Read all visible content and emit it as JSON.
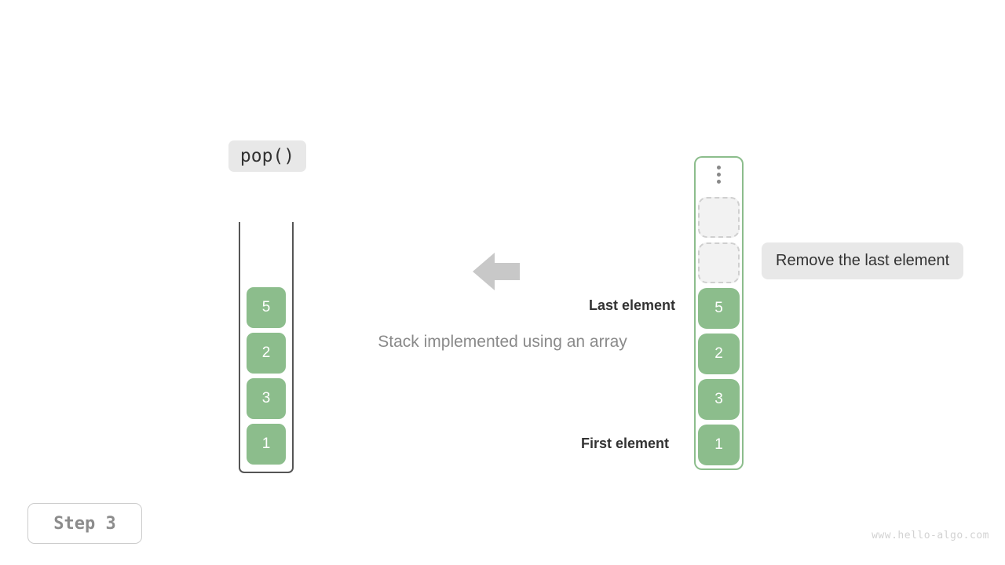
{
  "operation": {
    "label": "pop()"
  },
  "left_stack": {
    "name": "stack-container",
    "items": [
      "5",
      "2",
      "3",
      "1"
    ]
  },
  "arrow": {
    "icon": "arrow-left-icon",
    "direction": "left",
    "color": "#c8c8c8"
  },
  "caption": {
    "text": "Stack implemented using an array"
  },
  "labels": {
    "last_element": "Last element",
    "first_element": "First element"
  },
  "right_array": {
    "name": "array-container",
    "overflow_icon": "vertical-ellipsis-icon",
    "empty_slots": 2,
    "items": [
      "5",
      "2",
      "3",
      "1"
    ]
  },
  "note": {
    "text": "Remove the last element"
  },
  "step": {
    "label": "Step 3"
  },
  "watermark": {
    "text": "www.hello-algo.com"
  },
  "colors": {
    "element_green": "#8cbd8c",
    "array_border_green": "#8cbd8c",
    "chip_gray": "#e8e8e8",
    "empty_slot_fill": "#f2f2f2",
    "empty_slot_border": "#cfcfcf",
    "arrow_gray": "#c8c8c8",
    "caption_gray": "#8a8a8a",
    "step_text_gray": "#8c8c8c",
    "watermark_gray": "#d2d2d2",
    "stack_wall": "#555555"
  }
}
